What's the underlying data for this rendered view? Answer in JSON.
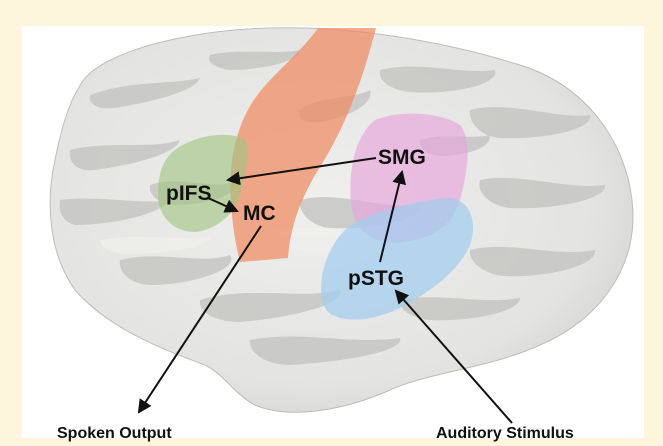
{
  "colors": {
    "background": "#fdf6dc",
    "panel": "#ffffff",
    "brain_light": "#e7e7e5",
    "brain_sulci": "#c4c4c2",
    "motor_cortex": "#f08a5f",
    "pIFS_region": "#9fc57f",
    "SMG_region": "#e8a6dc",
    "pSTG_region": "#9fcdef",
    "arrow": "#111111"
  },
  "regions": {
    "pIFS": "pIFS",
    "MC": "MC",
    "SMG": "SMG",
    "pSTG": "pSTG"
  },
  "io": {
    "output": "Spoken Output",
    "input": "Auditory Stimulus"
  },
  "connections": [
    {
      "from": "Auditory Stimulus",
      "to": "pSTG"
    },
    {
      "from": "pSTG",
      "to": "SMG"
    },
    {
      "from": "SMG",
      "to": "pIFS"
    },
    {
      "from": "pIFS",
      "to": "MC"
    },
    {
      "from": "MC",
      "to": "Spoken Output"
    }
  ]
}
